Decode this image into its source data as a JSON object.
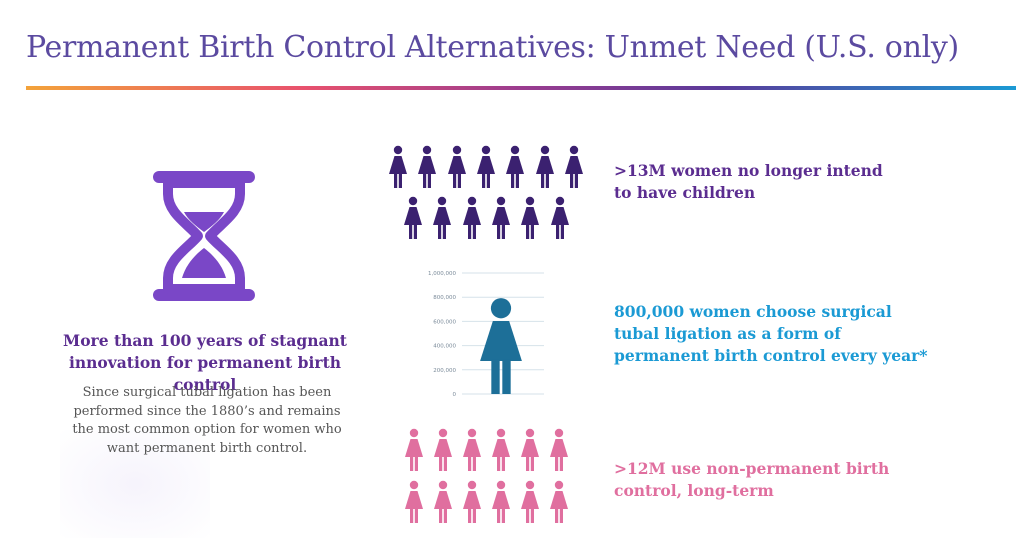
{
  "title": "Permanent Birth Control Alternatives:  Unmet Need (U.S. only)",
  "colors": {
    "purple_dark": "#3b2170",
    "purple_text": "#5b2d90",
    "hourglass": "#7a47c7",
    "blue": "#1b9ad4",
    "teal_figure": "#1d6f98",
    "pink": "#e06f9f"
  },
  "left_panel": {
    "icon": "hourglass-icon",
    "heading_line1": "More than 100 years of stagnant",
    "heading_line2": "innovation for permanent birth control",
    "body_lines": [
      "Since surgical tubal ligation has been",
      "performed since the 1880’s and remains",
      "the most common option for women who",
      "want permanent birth control."
    ]
  },
  "stats": [
    {
      "lines": [
        ">13M women no longer intend",
        "to have children"
      ],
      "icon": "woman-icon",
      "rows": [
        7,
        6
      ]
    },
    {
      "lines": [
        "800,000 women choose surgical",
        "tubal ligation as a form of",
        "permanent birth control every year*"
      ],
      "icon": "woman-icon"
    },
    {
      "lines": [
        ">12M use non-permanent birth",
        "control, long-term"
      ],
      "icon": "woman-icon",
      "rows": [
        6,
        6
      ]
    }
  ],
  "chart_data": {
    "type": "bar",
    "y_ticks": [
      "1,000,000",
      "800,000",
      "600,000",
      "400,000",
      "200,000",
      "0"
    ],
    "ylim": [
      0,
      1000000
    ],
    "values": [
      800000
    ],
    "grid": true
  }
}
